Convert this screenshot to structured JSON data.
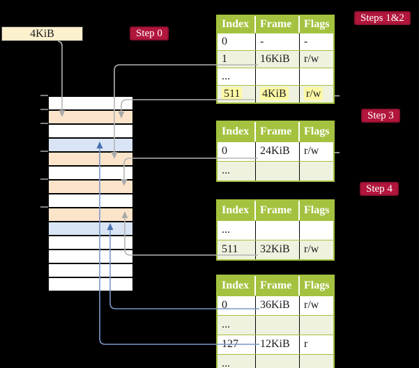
{
  "labels": {
    "page_size": "4KiB",
    "step0": "Step 0",
    "steps12": "Steps 1&2",
    "step3": "Step 3",
    "step4": "Step 4"
  },
  "memory": {
    "rows": [
      "white",
      "orange",
      "white",
      "blue",
      "orange",
      "white",
      "orange",
      "white",
      "orange",
      "blue",
      "white",
      "white",
      "white",
      "white"
    ],
    "ticks_y": [
      136,
      156,
      176,
      216,
      256,
      296
    ]
  },
  "tables": [
    {
      "name": "page-table-steps-1-2",
      "headers": [
        "Index",
        "Frame",
        "Flags"
      ],
      "rows": [
        {
          "cells": [
            "0",
            "-",
            "-"
          ],
          "shaded": false,
          "highlighted": false
        },
        {
          "cells": [
            "1",
            "16KiB",
            "r/w"
          ],
          "shaded": true,
          "highlighted": false
        },
        {
          "cells": [
            "...",
            "",
            ""
          ],
          "shaded": false,
          "highlighted": false
        },
        {
          "cells": [
            "511",
            "4KiB",
            "r/w"
          ],
          "shaded": true,
          "highlighted": true
        }
      ]
    },
    {
      "name": "page-table-step-3",
      "headers": [
        "Index",
        "Frame",
        "Flags"
      ],
      "rows": [
        {
          "cells": [
            "0",
            "24KiB",
            "r/w"
          ],
          "shaded": false,
          "highlighted": false
        },
        {
          "cells": [
            "...",
            "",
            ""
          ],
          "shaded": true,
          "highlighted": false
        }
      ]
    },
    {
      "name": "page-table-step-4",
      "headers": [
        "Index",
        "Frame",
        "Flags"
      ],
      "rows": [
        {
          "cells": [
            "...",
            "",
            ""
          ],
          "shaded": false,
          "highlighted": false
        },
        {
          "cells": [
            "511",
            "32KiB",
            "r/w"
          ],
          "shaded": true,
          "highlighted": false
        }
      ]
    },
    {
      "name": "page-table-bottom",
      "headers": [
        "Index",
        "Frame",
        "Flags"
      ],
      "rows": [
        {
          "cells": [
            "0",
            "36KiB",
            "r/w"
          ],
          "shaded": false,
          "highlighted": false
        },
        {
          "cells": [
            "...",
            "",
            ""
          ],
          "shaded": true,
          "highlighted": false
        },
        {
          "cells": [
            "127",
            "12KiB",
            "r"
          ],
          "shaded": false,
          "highlighted": false
        },
        {
          "cells": [
            "...",
            "",
            ""
          ],
          "shaded": true,
          "highlighted": false
        }
      ]
    }
  ],
  "colors": {
    "background": "#000000",
    "table_header_green": "#a4c23f",
    "table_row_green": "#eef2de",
    "table_border_green": "#a4c23f",
    "table_text": "#1a1a1a",
    "highlight_yellow": "#fdf9a6",
    "memory_orange": "#fce4ca",
    "memory_blue": "#d9e5f4",
    "memory_white": "#ffffff",
    "badge_red": "#b2163c",
    "badge_border": "#8e1130",
    "badge_text": "#ffffff",
    "box_wheat": "#fcf0cd",
    "connector_gray": "#b5b5b5",
    "connector_gray_head": "#a9a9a9",
    "connector_blue": "#7b97c9",
    "connector_blue_head": "#4a72b0",
    "tick_gray": "#808080"
  }
}
